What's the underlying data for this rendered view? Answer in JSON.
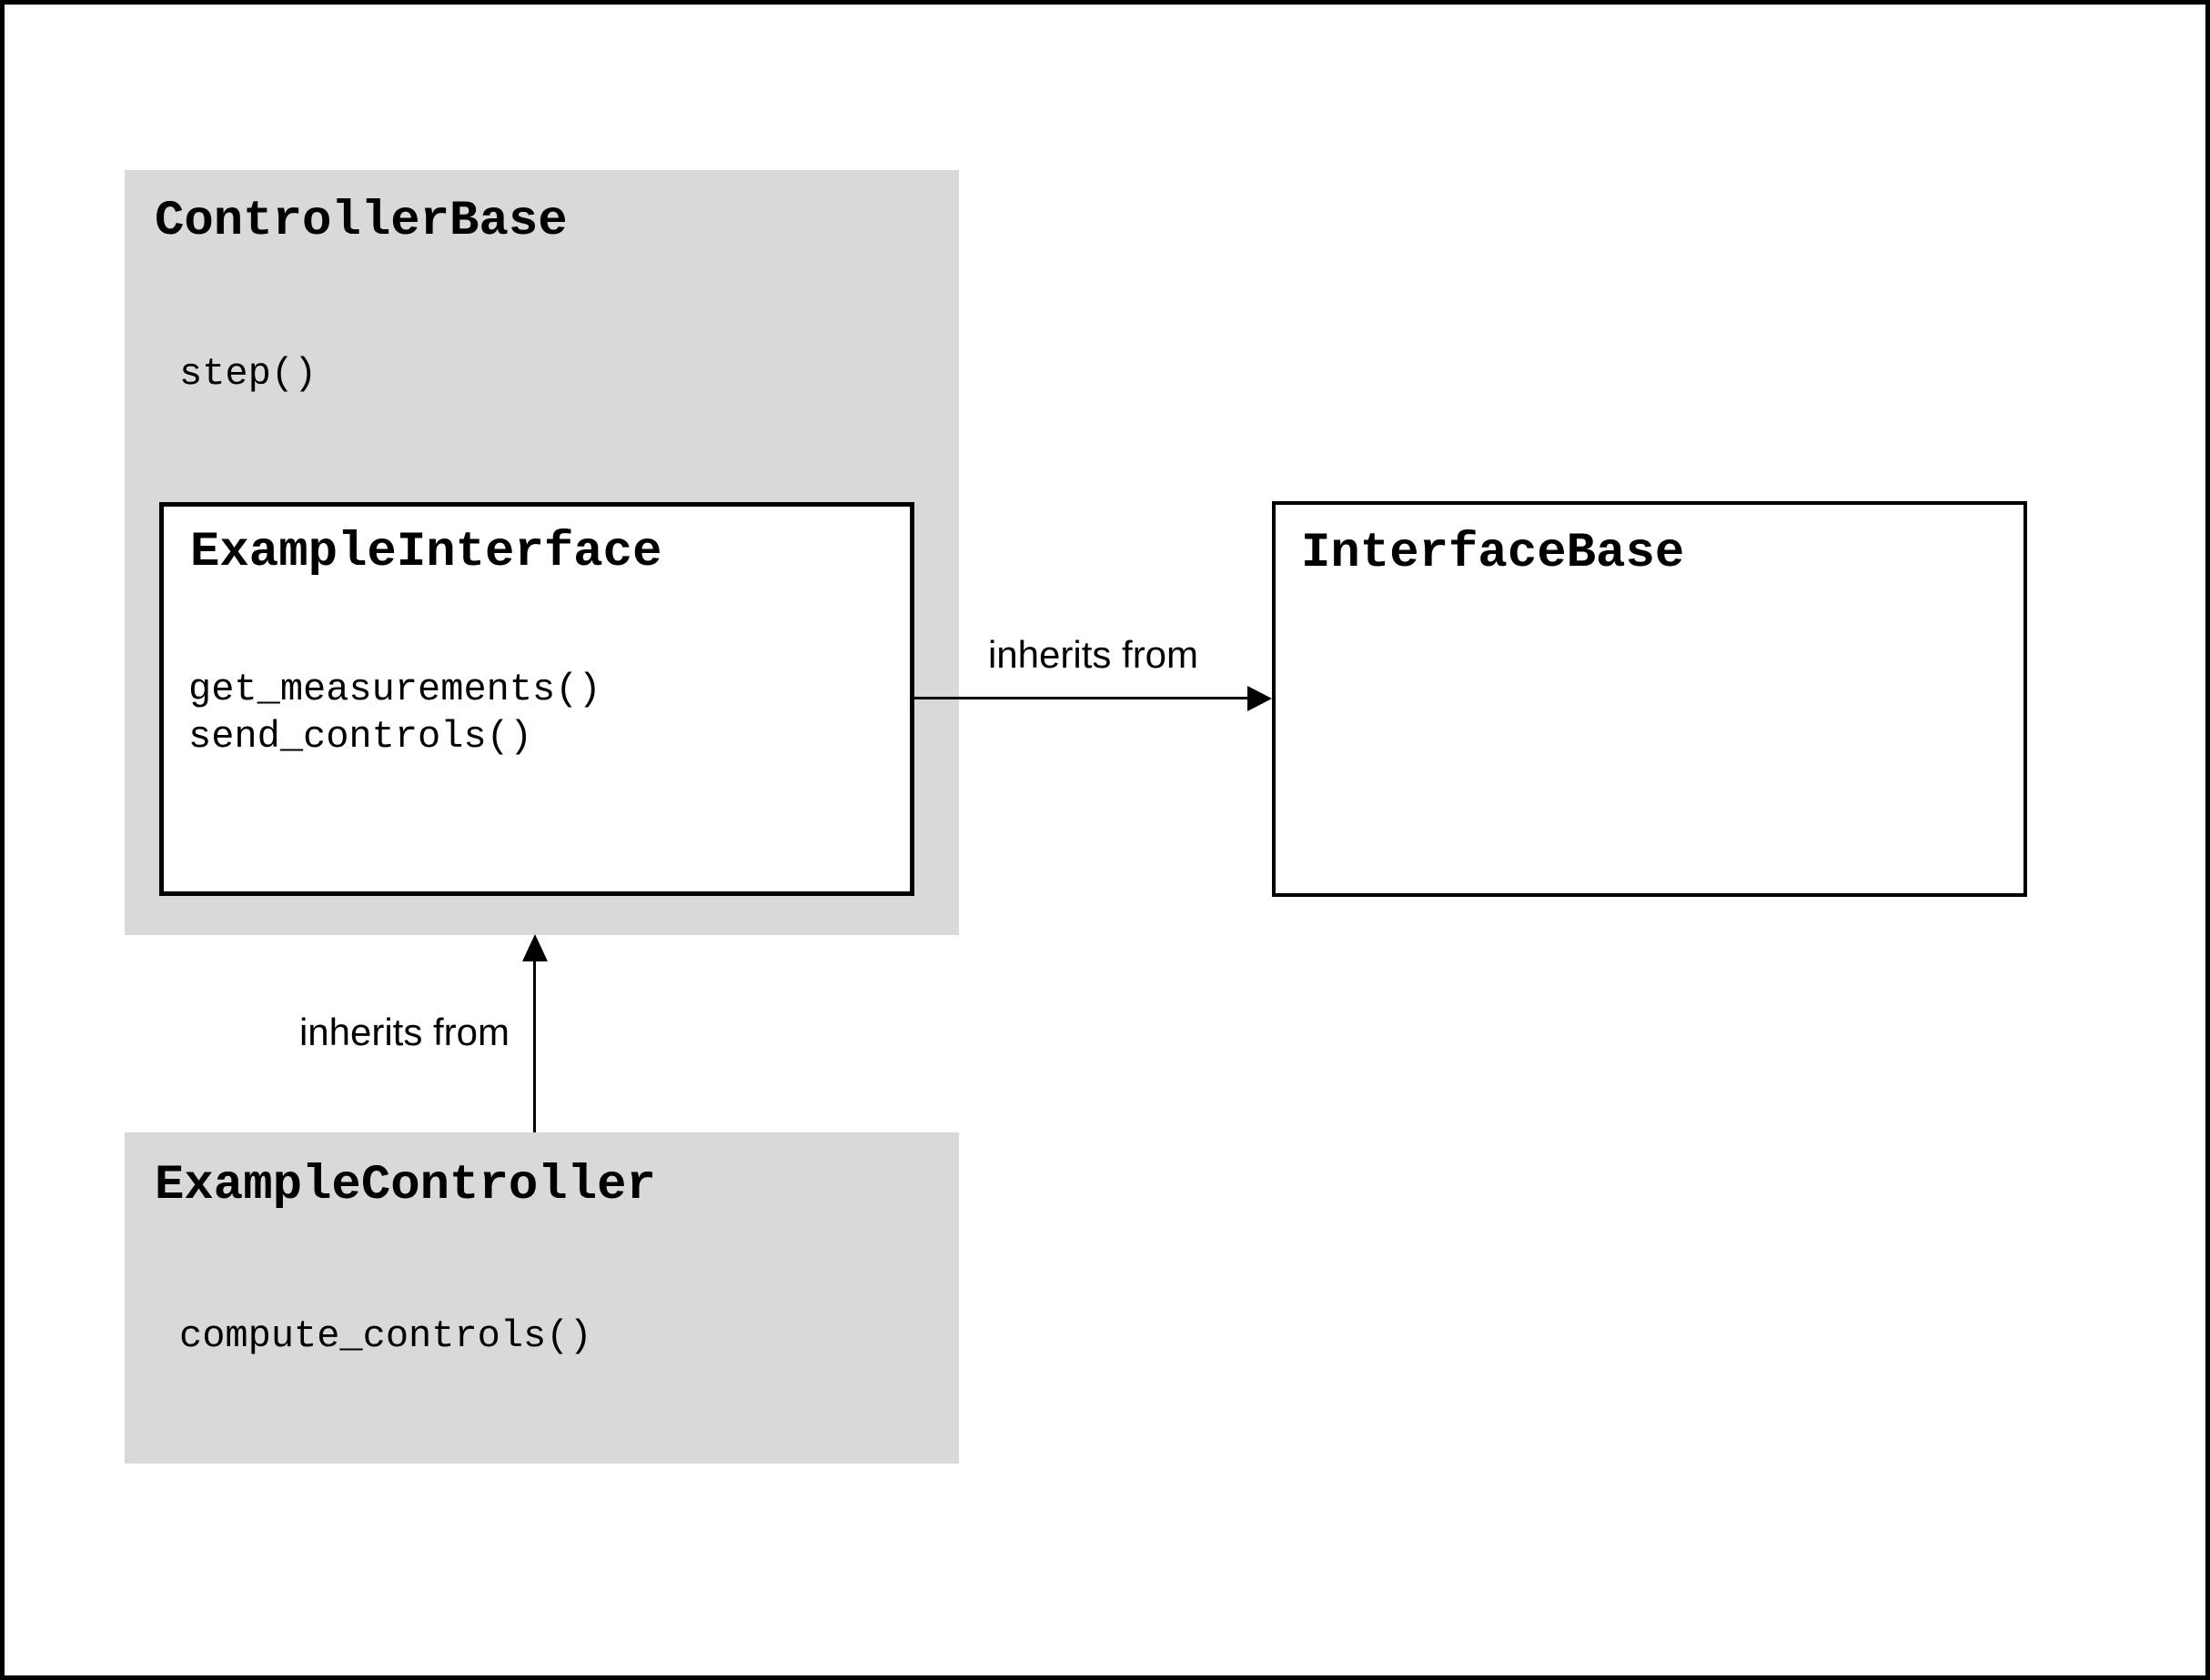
{
  "diagram": {
    "colors": {
      "container_fill": "#d9d9d9",
      "class_fill": "#ffffff",
      "line": "#000000",
      "text": "#000000"
    },
    "classes": [
      {
        "id": "controller-base",
        "name": "ControllerBase",
        "methods": [
          "step()"
        ]
      },
      {
        "id": "example-interface",
        "name": "ExampleInterface",
        "methods": [
          "get_measurements()",
          "send_controls()"
        ]
      },
      {
        "id": "interface-base",
        "name": "InterfaceBase",
        "methods": []
      },
      {
        "id": "example-controller",
        "name": "ExampleController",
        "methods": [
          "compute_controls()"
        ]
      }
    ],
    "relations": [
      {
        "from": "ExampleInterface",
        "to": "InterfaceBase",
        "label": "inherits from",
        "direction": "right"
      },
      {
        "from": "ExampleController",
        "to": "ControllerBase",
        "label": "inherits from",
        "direction": "up"
      }
    ]
  }
}
